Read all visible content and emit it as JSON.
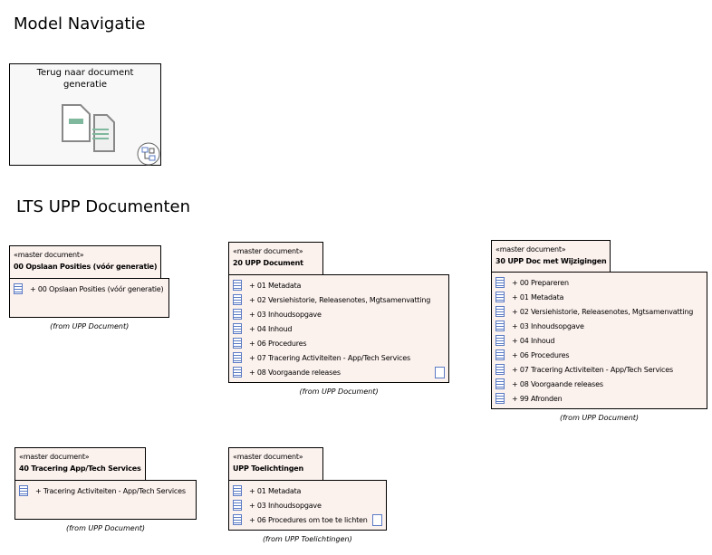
{
  "headings": {
    "nav": "Model Navigatie",
    "docs": "LTS UPP Documenten"
  },
  "nav_box": {
    "label": "Terug naar document generatie"
  },
  "packages": [
    {
      "stereotype": "«master document»",
      "name": "00 Opslaan Posities (vóór generatie)",
      "items": [
        "+ 00 Opslaan Posities (vóór generatie)"
      ],
      "from": "(from UPP Document)"
    },
    {
      "stereotype": "«master document»",
      "name": "20 UPP Document",
      "items": [
        "+ 01 Metadata",
        "+ 02 Versiehistorie, Releasenotes, Mgtsamenvatting",
        "+ 03 Inhoudsopgave",
        "+ 04 Inhoud",
        "+ 06 Procedures",
        "+ 07 Tracering Activiteiten - App/Tech Services",
        "+ 08 Voorgaande releases"
      ],
      "from": "(from UPP Document)"
    },
    {
      "stereotype": "«master document»",
      "name": "30 UPP Doc met Wijzigingen",
      "items": [
        "+ 00 Prepareren",
        "+ 01 Metadata",
        "+ 02 Versiehistorie, Releasenotes, Mgtsamenvatting",
        "+ 03 Inhoudsopgave",
        "+ 04 Inhoud",
        "+ 06 Procedures",
        "+ 07 Tracering Activiteiten - App/Tech Services",
        "+ 08 Voorgaande releases",
        "+ 99 Afronden"
      ],
      "from": "(from UPP Document)"
    },
    {
      "stereotype": "«master document»",
      "name": "40 Tracering App/Tech Services",
      "items": [
        "+ Tracering Activiteiten - App/Tech Services"
      ],
      "from": "(from UPP Document)"
    },
    {
      "stereotype": "«master document»",
      "name": "UPP Toelichtingen",
      "items": [
        "+ 01 Metadata",
        "+ 03 Inhoudsopgave",
        "+ 06 Procedures om toe te lichten"
      ],
      "from": "(from UPP Toelichtingen)"
    }
  ]
}
